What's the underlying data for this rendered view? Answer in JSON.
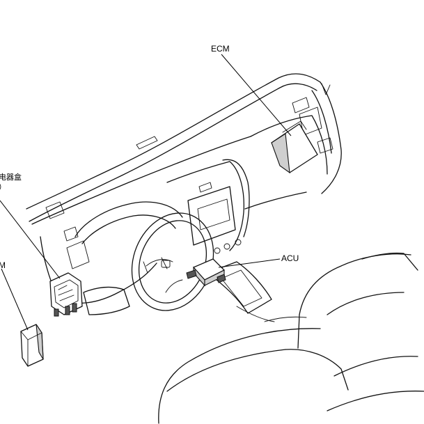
{
  "labels": {
    "ecm_top": "ECM",
    "acu": "ACU",
    "junction_box_partial": "电器盒",
    "junction_box_paren_partial": "）",
    "ecm_left_partial": "M"
  },
  "colors": {
    "background": "#ffffff",
    "line": "#111111",
    "shade": "#cfcfcf"
  }
}
